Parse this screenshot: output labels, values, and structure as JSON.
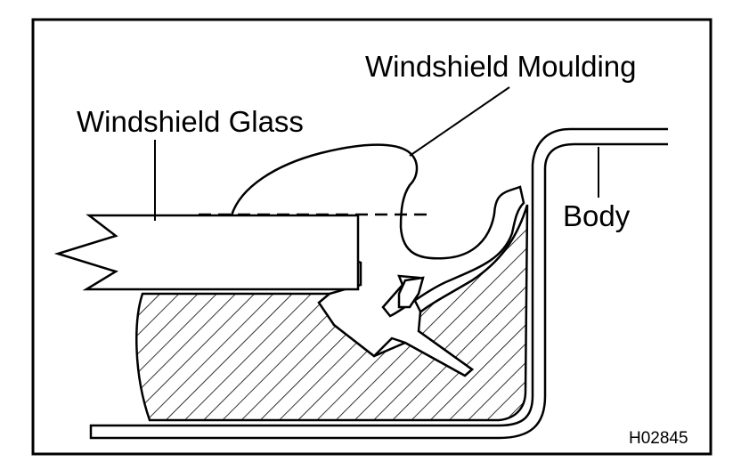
{
  "labels": {
    "windshield_moulding": "Windshield Moulding",
    "windshield_glass": "Windshield Glass",
    "body": "Body"
  },
  "figure_id": "H02845",
  "colors": {
    "ink": "#000000",
    "paper": "#ffffff"
  }
}
